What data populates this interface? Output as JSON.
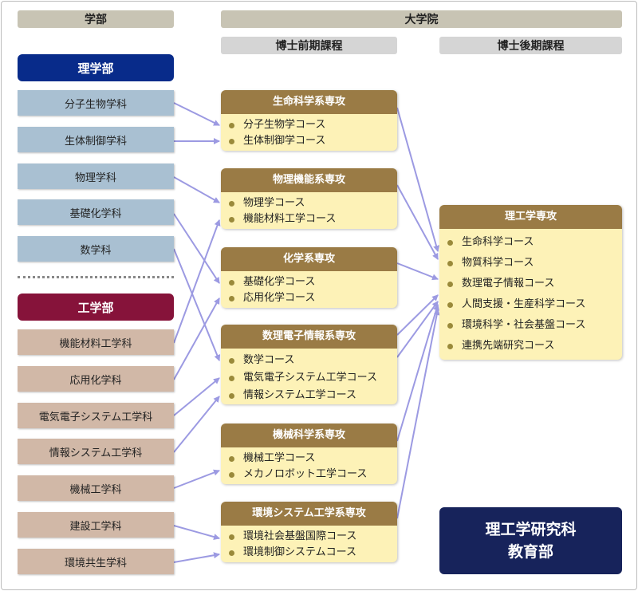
{
  "headers": {
    "faculty": "学部",
    "graduate": "大学院",
    "master": "博士前期課程",
    "doctor": "博士後期課程"
  },
  "faculties": {
    "science": {
      "label": "理学部",
      "color": "#082b8a",
      "departments": [
        "分子生物学科",
        "生体制御学科",
        "物理学科",
        "基礎化学科",
        "数学科"
      ]
    },
    "engineering": {
      "label": "工学部",
      "color": "#86133a",
      "departments": [
        "機能材料工学科",
        "応用化学科",
        "電気電子システム工学科",
        "情報システム工学科",
        "機械工学科",
        "建設工学科",
        "環境共生学科"
      ]
    }
  },
  "majors": [
    {
      "title": "生命科学系専攻",
      "courses": [
        "分子生物学コース",
        "生体制御学コース"
      ]
    },
    {
      "title": "物理機能系専攻",
      "courses": [
        "物理学コース",
        "機能材料工学コース"
      ]
    },
    {
      "title": "化学系専攻",
      "courses": [
        "基礎化学コース",
        "応用化学コース"
      ]
    },
    {
      "title": "数理電子情報系専攻",
      "courses": [
        "数学コース",
        "電気電子システム工学コース",
        "情報システム工学コース"
      ]
    },
    {
      "title": "機械科学系専攻",
      "courses": [
        "機械工学コース",
        "メカノロボット工学コース"
      ]
    },
    {
      "title": "環境システム工学系専攻",
      "courses": [
        "環境社会基盤国際コース",
        "環境制御システムコース"
      ]
    }
  ],
  "doctoral": {
    "title": "理工学専攻",
    "courses": [
      "生命科学コース",
      "物質科学コース",
      "数理電子情報コース",
      "人間支援・生産科学コース",
      "環境科学・社会基盤コース",
      "連携先端研究コース"
    ]
  },
  "institution": {
    "line1": "理工学研究科",
    "line2": "教育部"
  },
  "colors": {
    "arrow": "#9c9ae2",
    "major_header": "#9a7b45",
    "major_body": "#fdf2b7",
    "science_dept": "#a9c0d2",
    "engineering_dept": "#d1b8a7",
    "institution": "#17235b"
  }
}
